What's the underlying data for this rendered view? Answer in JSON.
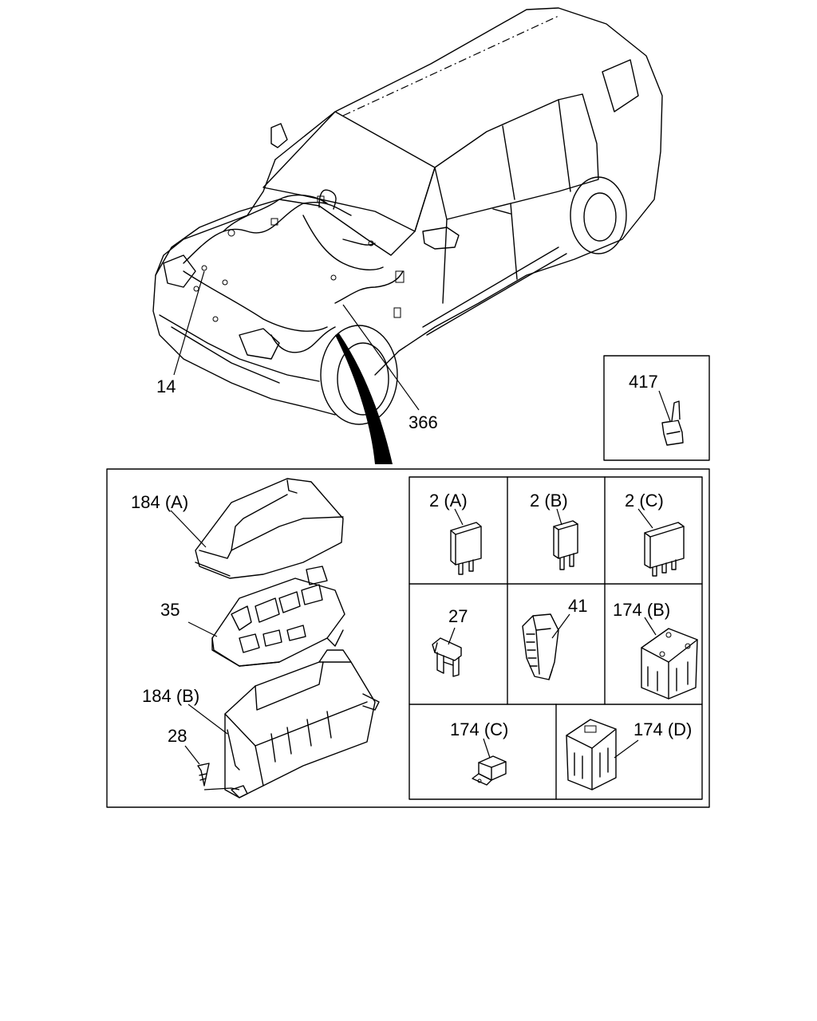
{
  "callouts": {
    "harness_14": "14",
    "harness_366": "366",
    "relay_417": "417",
    "cover_184a": "184 (A)",
    "box_35": "35",
    "case_184b": "184 (B)",
    "screw_28": "28",
    "fuse_2a": "2 (A)",
    "fuse_2b": "2 (B)",
    "fuse_2c": "2 (C)",
    "fuse_27": "27",
    "puller_41": "41",
    "fuse_174b": "174 (B)",
    "fuse_174c": "174 (C)",
    "fuse_174d": "174 (D)"
  }
}
